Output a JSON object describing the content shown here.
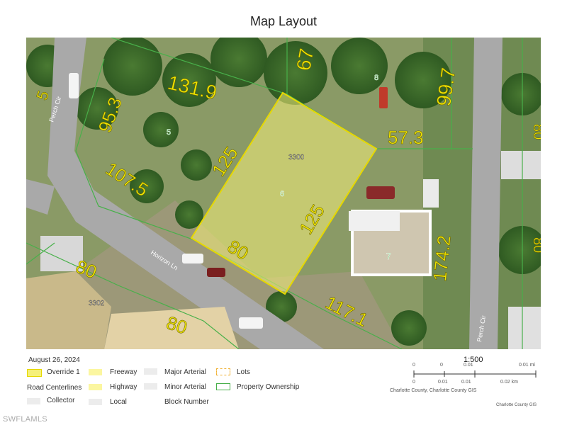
{
  "title": "Map Layout",
  "date": "August 26, 2024",
  "colors": {
    "dimension_text": "#f2e600",
    "lot_number": "#1f9d2a",
    "override_fill": "#f5f07a",
    "override_stroke": "#e6d800",
    "property_line": "#48b04a",
    "road": "#9d9d9d"
  },
  "map": {
    "streets": [
      "Perch Cir",
      "Horizon Ln",
      "Perch Cir"
    ],
    "dimensions": [
      "131.9",
      "67",
      "99.7",
      "95.3",
      "57.3",
      "125",
      "107.5",
      "125",
      "80",
      "174.2",
      "80",
      "117.1",
      "80",
      "5",
      "80",
      "80"
    ],
    "lot_numbers": [
      "8",
      "5",
      "6",
      "7"
    ],
    "parcel_labels": [
      "3300",
      "3302"
    ]
  },
  "legend": {
    "items": [
      {
        "label": "Override 1",
        "swatch": "override"
      },
      {
        "label": "Road Centerlines",
        "swatch": "none"
      },
      {
        "label": "Collector",
        "swatch": "gray"
      },
      {
        "label": "Freeway",
        "swatch": "yellow"
      },
      {
        "label": "Highway",
        "swatch": "yellow"
      },
      {
        "label": "Local",
        "swatch": "gray"
      },
      {
        "label": "Major Arterial",
        "swatch": "gray"
      },
      {
        "label": "Minor Arterial",
        "swatch": "gray"
      },
      {
        "label": "Block Number",
        "swatch": "none"
      },
      {
        "label": "Lots",
        "swatch": "dashed"
      },
      {
        "label": "Property Ownership",
        "swatch": "green"
      }
    ]
  },
  "scale": {
    "ratio": "1:500",
    "mi_labels": [
      "0",
      "0",
      "0.01",
      "0.01 mi"
    ],
    "km_labels": [
      "0",
      "0.01",
      "0.01",
      "0.02 km"
    ],
    "source": "Charlotte County, Charlotte County GIS"
  },
  "credit": "Charlotte County GIS",
  "watermark": "SWFLAMLS"
}
